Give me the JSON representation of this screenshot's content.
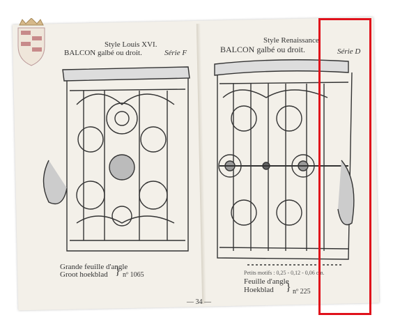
{
  "left_plate": {
    "style_title": "Style Louis XVI.",
    "balcon_label": "BALCON galbé ou droit.",
    "serie": "Série F",
    "caption_line1": "Grande feuille d'angle",
    "caption_line2": "Groot hoekblad",
    "number": "nº 1065"
  },
  "right_plate": {
    "style_title": "Style Renaissance.",
    "balcon_label": "BALCON galbé ou droit.",
    "serie": "Série D",
    "motifs_note": "Petits motifs : 0,25 - 0,12 - 0,06 cm.",
    "caption_line1": "Feuille d'angle",
    "caption_line2": "Hoekblad",
    "number": "nº 225"
  },
  "page_number": "— 34 —",
  "colors": {
    "highlight_box": "#e0111b",
    "ink": "#333333",
    "paper": "#f3f0e9"
  }
}
